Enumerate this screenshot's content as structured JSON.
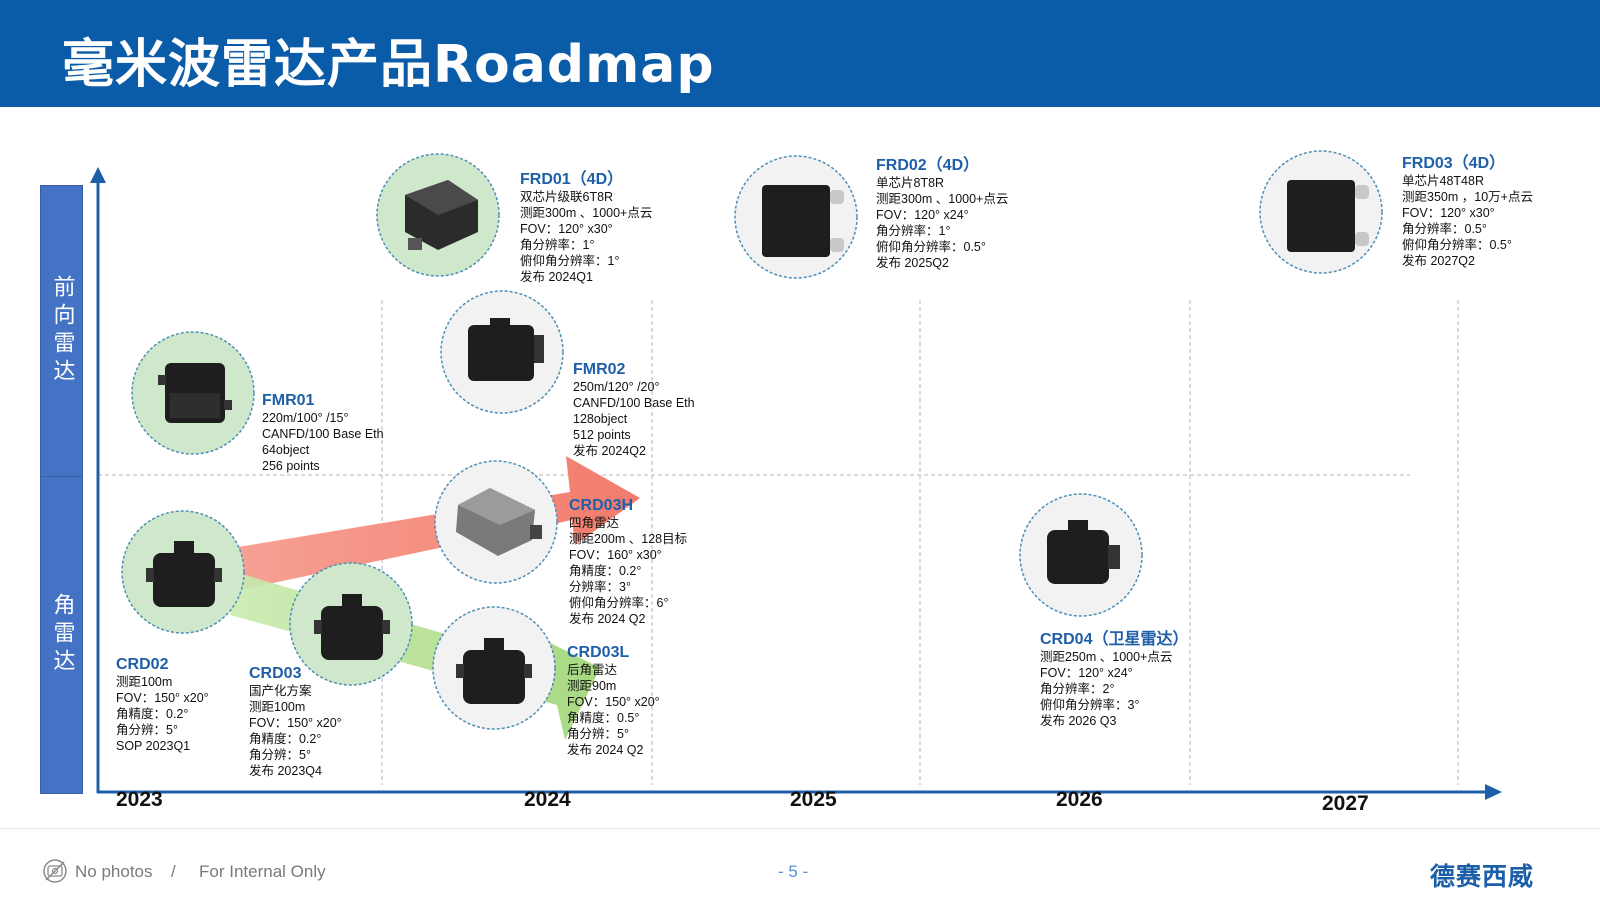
{
  "title": "毫米波雷达产品Roadmap",
  "categories": {
    "front": "前向雷达",
    "corner": "角雷达"
  },
  "years": [
    "2023",
    "2024",
    "2025",
    "2026",
    "2027"
  ],
  "products": {
    "frd01": {
      "name": "FRD01（4D）",
      "specs": [
        "双芯片级联6T8R",
        "测距300m 、1000+点云",
        "FOV：120° x30°",
        "角分辨率：1°",
        "俯仰角分辨率：1°",
        "发布 2024Q1"
      ]
    },
    "frd02": {
      "name": "FRD02（4D）",
      "specs": [
        "单芯片8T8R",
        "测距300m 、1000+点云",
        "FOV：120° x24°",
        "角分辨率：1°",
        "俯仰角分辨率：0.5°",
        "发布 2025Q2"
      ]
    },
    "frd03": {
      "name": "FRD03（4D）",
      "specs": [
        "单芯片48T48R",
        "测距350m ，10万+点云",
        "FOV：120° x30°",
        "角分辨率：0.5°",
        "俯仰角分辨率：0.5°",
        "发布 2027Q2"
      ]
    },
    "fmr01": {
      "name": "FMR01",
      "specs": [
        "220m/100° /15°",
        "CANFD/100 Base Eth",
        "64object",
        "256 points"
      ]
    },
    "fmr02": {
      "name": "FMR02",
      "specs": [
        "250m/120° /20°",
        "CANFD/100 Base Eth",
        "128object",
        "512 points",
        "发布 2024Q2"
      ]
    },
    "crd03h": {
      "name": "CRD03H",
      "specs": [
        "四角雷达",
        "测距200m 、128目标",
        "FOV：160° x30°",
        "角精度：0.2°",
        "分辨率：3°",
        "俯仰角分辨率：6°",
        "发布 2024 Q2"
      ]
    },
    "crd02": {
      "name": "CRD02",
      "specs": [
        "测距100m",
        "FOV：150° x20°",
        "角精度：0.2°",
        "角分辨：5°",
        "SOP 2023Q1"
      ]
    },
    "crd03": {
      "name": "CRD03",
      "specs": [
        "国产化方案",
        "测距100m",
        "FOV：150° x20°",
        "角精度：0.2°",
        "角分辨：5°",
        "发布 2023Q4"
      ]
    },
    "crd03l": {
      "name": "CRD03L",
      "specs": [
        "后角雷达",
        "测距90m",
        "FOV：150° x20°",
        "角精度：0.5°",
        "角分辨：5°",
        "发布 2024 Q2"
      ]
    },
    "crd04": {
      "name": "CRD04（卫星雷达）",
      "specs": [
        "测距250m 、1000+点云",
        "FOV：120° x24°",
        "角分辨率：2°",
        "俯仰角分辨率：3°",
        "发布 2026 Q3"
      ]
    }
  },
  "footer": {
    "no_photos": "No photos",
    "separator": "/",
    "internal": "For Internal Only",
    "page": "- 5 -",
    "brand": "德赛西威"
  },
  "colors": {
    "header_blue": "#0a5ca8",
    "category_blue": "#4472c4",
    "product_name_blue": "#1f5fa8",
    "axis_blue": "#1f5fa8",
    "circle_fill": "#cfe8cc",
    "arrow_red": "#f4877a",
    "arrow_green": "#a9dc84"
  }
}
